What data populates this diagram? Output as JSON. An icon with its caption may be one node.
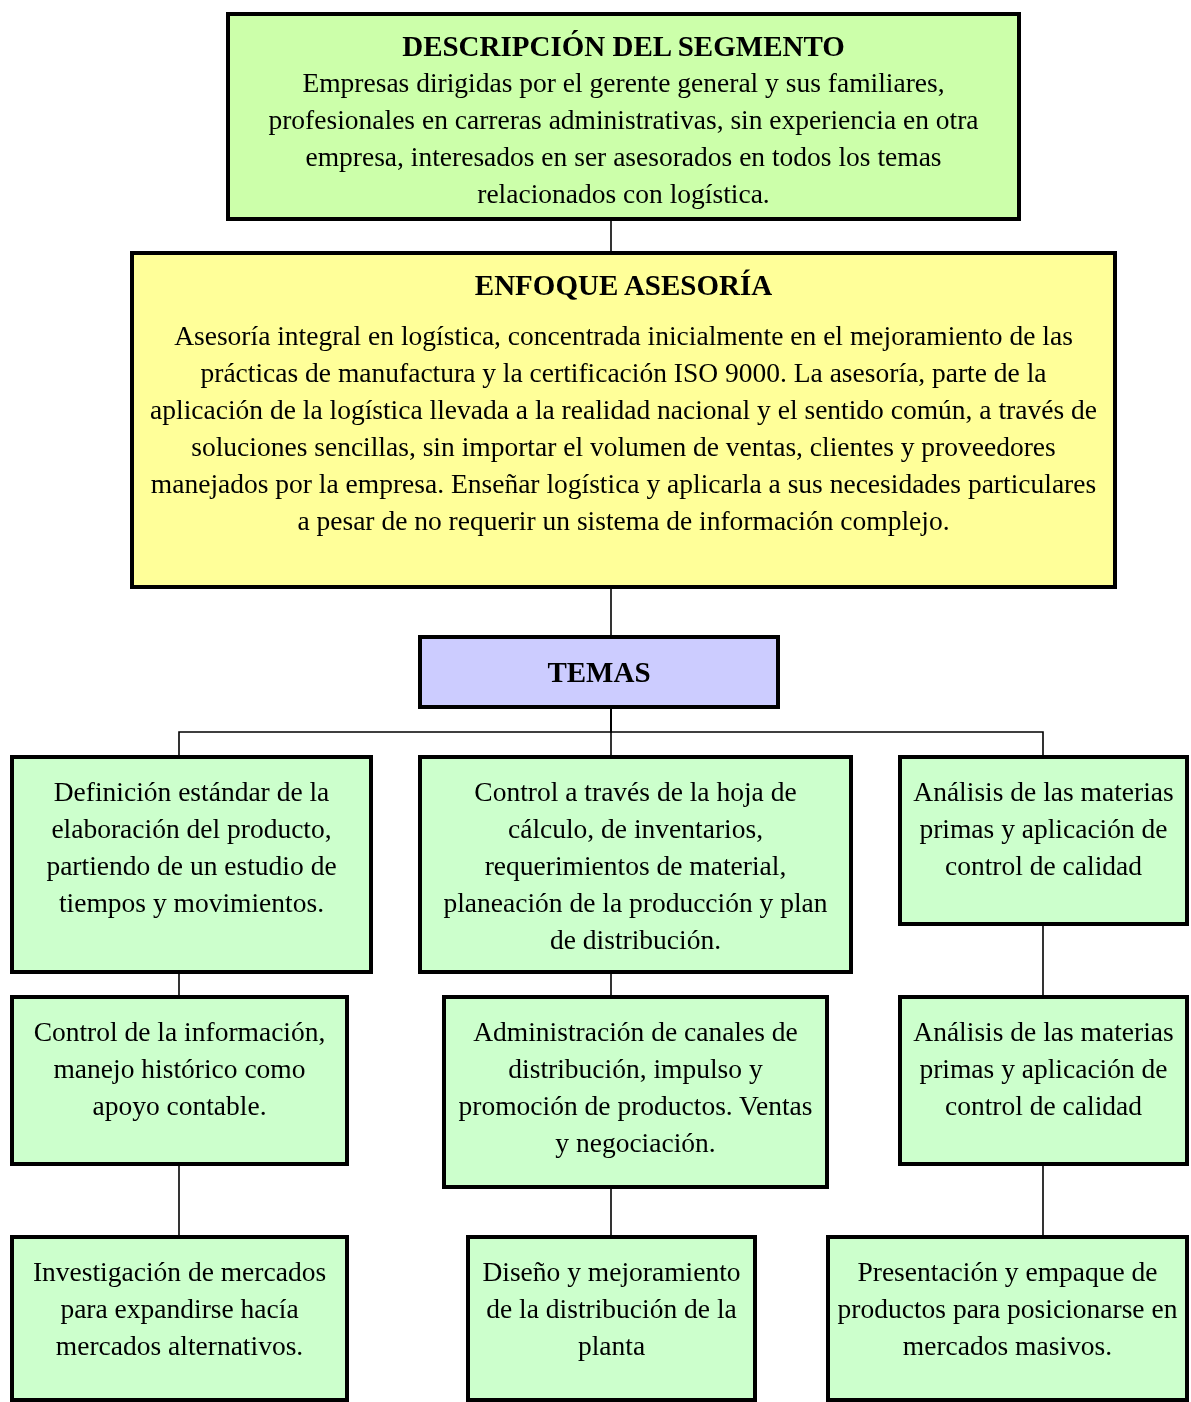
{
  "diagram": {
    "nodes": [
      {
        "text": [
          "DESCRIPCIÓN DEL SEGMENTO",
          "Empresas dirigidas por el gerente general y sus familiares, profesionales en carreras administrativas, sin experiencia en otra empresa, interesados en ser asesorados en todos los temas relacionados con logística."
        ]
      },
      {
        "text": [
          "ENFOQUE ASESORÍA",
          "Asesoría integral en logística, concentrada inicialmente en el mejoramiento de las prácticas de manufactura y la certificación ISO 9000. La asesoría, parte de la aplicación de la logística llevada a la realidad nacional y el sentido común, a través de soluciones sencillas, sin importar el volumen de ventas, clientes y proveedores manejados por la empresa. Enseñar logística y  aplicarla a sus necesidades particulares a pesar de no requerir un sistema de información complejo."
        ]
      },
      {
        "text": [
          "TEMAS"
        ]
      },
      {
        "text": [
          "Definición estándar de la elaboración del producto, partiendo de un estudio de tiempos y movimientos."
        ]
      },
      {
        "text": [
          "Control a través de la hoja de cálculo, de inventarios, requerimientos de material, planeación de la producción y plan de distribución."
        ]
      },
      {
        "text": [
          "Análisis de las materias primas y aplicación de control de calidad"
        ]
      },
      {
        "text": [
          "Control de la información, manejo histórico como apoyo contable."
        ]
      },
      {
        "text": [
          "Administración de canales de distribución, impulso y promoción de productos. Ventas y negociación."
        ]
      },
      {
        "text": [
          "Análisis de las materias primas y aplicación de control de calidad"
        ]
      },
      {
        "text": [
          "Investigación de mercados para expandirse hacía mercados alternativos."
        ]
      },
      {
        "text": [
          "Diseño y mejoramiento de la distribución de la planta"
        ]
      },
      {
        "text": [
          "Presentación y empaque de productos para posicionarse en mercados masivos."
        ]
      }
    ],
    "edges": [
      {
        "from": 0,
        "to": 1,
        "arrow": "none"
      },
      {
        "from": 1,
        "to": 2,
        "arrow": "none"
      },
      {
        "from": 2,
        "to": 3,
        "arrow": "none"
      },
      {
        "from": 2,
        "to": 4,
        "arrow": "none"
      },
      {
        "from": 2,
        "to": 5,
        "arrow": "none"
      },
      {
        "from": 3,
        "to": 6,
        "arrow": "none"
      },
      {
        "from": 4,
        "to": 7,
        "arrow": "none"
      },
      {
        "from": 5,
        "to": 8,
        "arrow": "none"
      },
      {
        "from": 6,
        "to": 9,
        "arrow": "none"
      },
      {
        "from": 7,
        "to": 10,
        "arrow": "none"
      },
      {
        "from": 8,
        "to": 11,
        "arrow": "none"
      }
    ]
  }
}
